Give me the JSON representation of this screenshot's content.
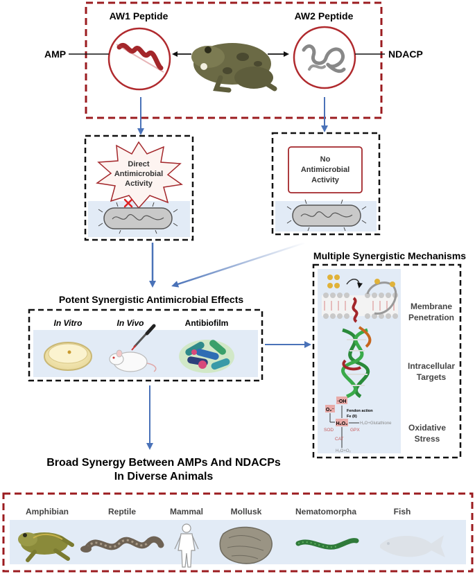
{
  "top": {
    "aw1_title": "AW1 Peptide",
    "aw2_title": "AW2 Peptide",
    "amp_label": "AMP",
    "ndacp_label": "NDACP"
  },
  "aw1_box": {
    "burst_text": [
      "Direct",
      "Antimicrobial",
      "Activity"
    ]
  },
  "aw2_box": {
    "card_text": [
      "No",
      "Antimicrobial",
      "Activity"
    ]
  },
  "effects": {
    "title": "Potent Synergistic Antimicrobial Effects",
    "in_vitro": "In Vitro",
    "in_vivo": "In Vivo",
    "antibiofilm": "Antibiofilm"
  },
  "mechanisms": {
    "title": "Multiple Synergistic Mechanisms",
    "membrane": [
      "Membrane",
      "Penetration"
    ],
    "intracellular": [
      "Intracellular",
      "Targets"
    ],
    "oxidative": [
      "Oxidative",
      "Stress"
    ],
    "pathway": {
      "o2": "O₂⁻",
      "oh": "·OH",
      "h2o2": "H₂O₂",
      "fenton": "Fendon action",
      "fe": "Fe (II)",
      "sod": "SOD",
      "gpx": "GPX",
      "glutathione": "H₂O+Glutathione",
      "cat": "CAT",
      "h2o_o2": "H₂O+O₂"
    }
  },
  "broad": {
    "title": [
      "Broad Synergy Between AMPs And NDACPs",
      "In Diverse Animals"
    ],
    "animals": [
      "Amphibian",
      "Reptile",
      "Mammal",
      "Mollusk",
      "Nematomorpha",
      "Fish"
    ]
  },
  "colors": {
    "dark_red": "#9b1b1f",
    "arrow_blue": "#4a72b8",
    "panel_blue": "#e2ebf6",
    "helix_red": "#a3262a"
  }
}
